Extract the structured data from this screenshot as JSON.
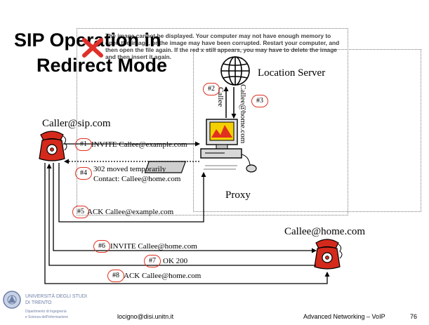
{
  "slide": {
    "title_line1": "SIP Operation in",
    "title_line2": "Redirect Mode",
    "broken_image_message": "The image cannot be displayed. Your computer may not have enough memory to open the image, or the image may have been corrupted. Restart your computer, and then open the file again. If the red x still appears, you may have to delete the image and then insert it again.",
    "location_server_label": "Location Server",
    "proxy_label": "Proxy",
    "caller_label": "Caller@sip.com",
    "callee_label": "Callee@home.com",
    "vertical_label_1": "Callee",
    "vertical_label_2": "Callee@home.com",
    "steps": [
      {
        "num": "#1",
        "text": "INVITE Callee@example.com"
      },
      {
        "num": "#2",
        "text": ""
      },
      {
        "num": "#3",
        "text": ""
      },
      {
        "num": "#4",
        "text": "302 moved temporarily"
      },
      {
        "num": "#5",
        "text": "ACK Callee@example.com"
      },
      {
        "num": "#6",
        "text": "INVITE Callee@home.com"
      },
      {
        "num": "#7",
        "text": "OK 200"
      },
      {
        "num": "#8",
        "text": "ACK Callee@home.com"
      }
    ],
    "step4_contact": "Contact: Callee@home.com"
  },
  "footer": {
    "university_line1": "UNIVERSITÀ DEGLI STUDI",
    "university_line2": "DI TRENTO",
    "department_line1": "Dipartimento di Ingegneria",
    "department_line2": "e Scienza dell'Informazione",
    "email": "locigno@disi.unitn.it",
    "course": "Advanced Networking – VoIP",
    "page_number": "76"
  },
  "colors": {
    "phone_red": "#d42a1c",
    "step_circle": "#e03020",
    "broken_x": "#e0302a",
    "logo_blue": "#6d7fa6"
  },
  "icons": [
    "broken-image-icon",
    "globe-icon",
    "server-computer-icon",
    "caller-phone-icon",
    "callee-phone-icon",
    "university-seal-icon"
  ]
}
